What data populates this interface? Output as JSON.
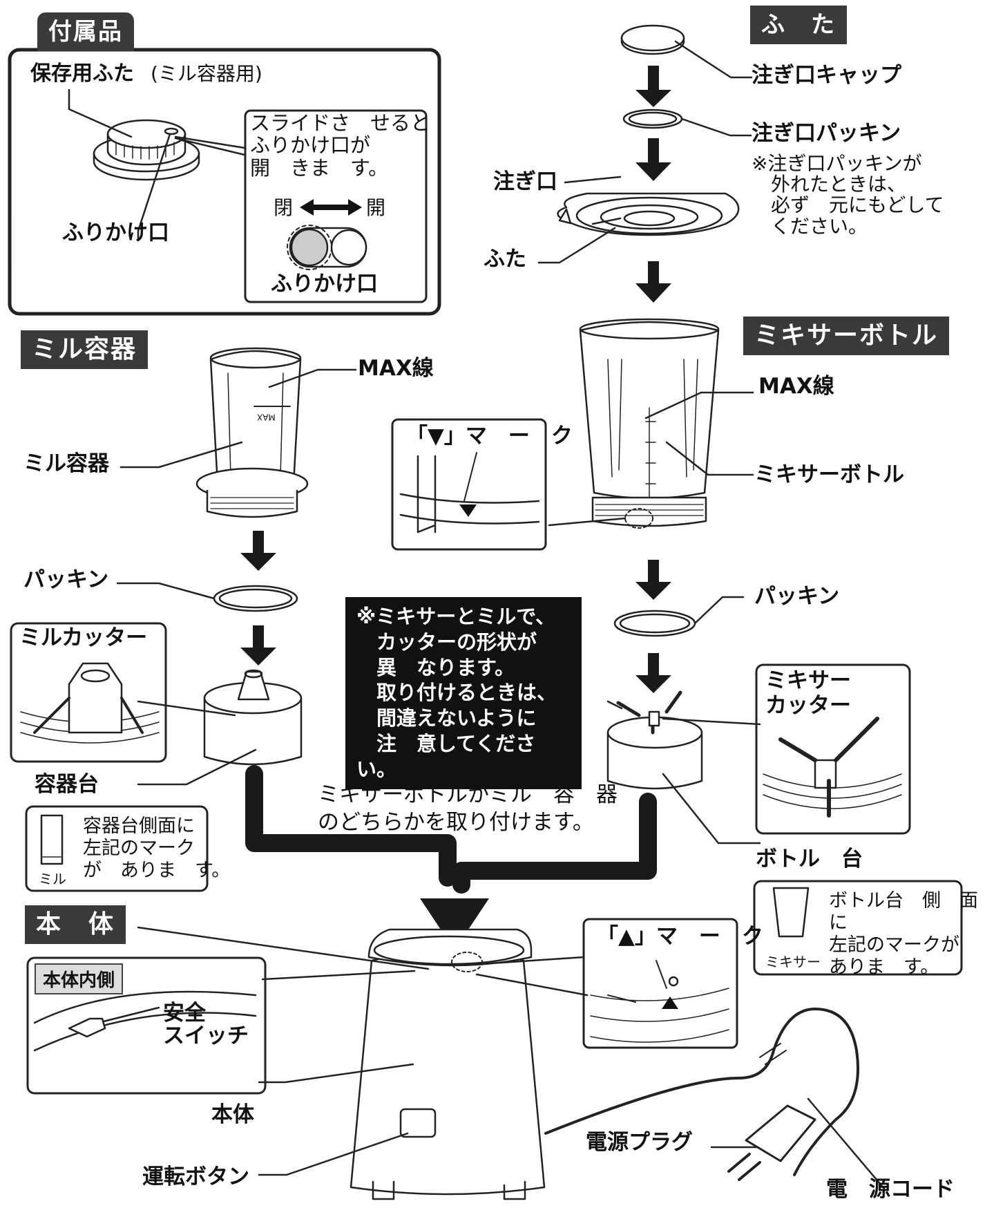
{
  "accessories": {
    "tag": "付属品",
    "storage_lid_label": "保存用ふた",
    "storage_lid_note": "(ミル容器用)",
    "slide_text": "スライドさ　せると\nふりかけ口が\n開　きま　す。",
    "closed": "閉",
    "open": "開",
    "sprinkle_port": "ふりかけ口",
    "sprinkle_port_inner": "ふりかけ口"
  },
  "lid": {
    "tag": "ふ　た",
    "spout_cap": "注ぎ口キャップ",
    "spout_packing": "注ぎ口パッキン",
    "spout_packing_note": "※注ぎ口パッキンが\n　外れたときは、\n　必ず　元にもどして\n　ください。",
    "spout": "注ぎ口",
    "lid_label": "ふた"
  },
  "mill": {
    "tag": "ミル容器",
    "max_line": "MAX線",
    "container": "ミル容器",
    "max_mark": "MAX",
    "packing": "パッキン",
    "cutter": "ミルカッター",
    "base": "容器台",
    "base_mark_text": "容器台側面に\n左記のマーク\nが　ありま　す。",
    "base_mark_caption": "ミル"
  },
  "bottle": {
    "tag": "ミキサーボトル",
    "max_line": "MAX線",
    "bottle_label": "ミキサーボトル",
    "down_mark": "「▼」マ　ー　ク",
    "packing": "パッキン",
    "cutter": "ミキサー\nカッター",
    "base": "ボトル　台",
    "base_mark_text": "ボトル台　側　面に\n左記のマークが\nありま　す。",
    "base_mark_caption": "ミキサー"
  },
  "center": {
    "caution": "※ミキサーとミルで、\n　カッターの形状が\n　異　なります。\n　取り付けるときは、\n　間違えないように\n　注　意してください。",
    "attach_text": "ミキサーボトルかミル　容　器\nのどちらかを取り付けます。"
  },
  "body": {
    "tag": "本　体",
    "inside_tag": "本体内側",
    "safety_switch": "安全\nスイッチ",
    "up_mark": "「▲」マ　ー　ク",
    "body_label": "本体",
    "run_button": "運転ボタン",
    "plug": "電源プラグ",
    "cord": "電　源コード"
  }
}
